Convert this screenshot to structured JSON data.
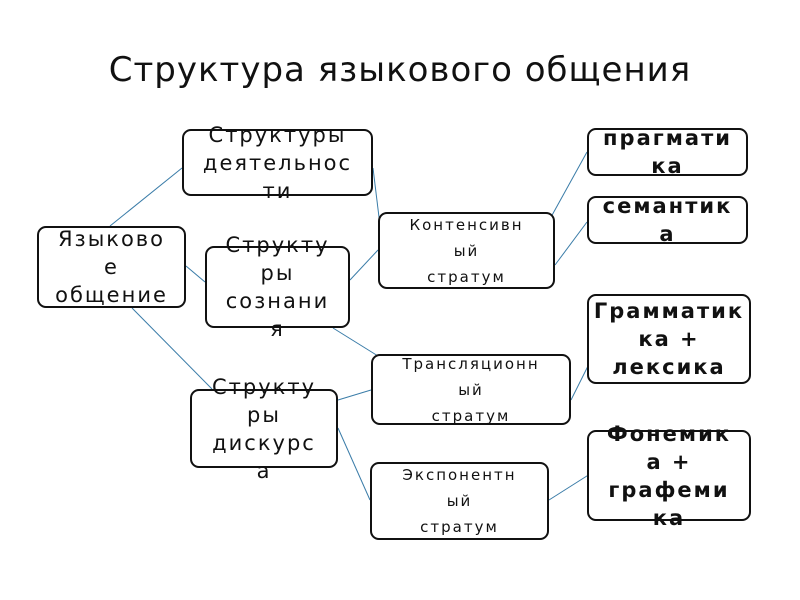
{
  "title": "Структура языкового общения",
  "nodes": {
    "lang": "Языково\nе\nобщение",
    "activity": "Структуры\nдеятельнос\nти",
    "consciousness": "Структу\nры\nсознани\nя",
    "discourse": "Структу\nры\nдискурс\nа",
    "contensive": "Контенсивн\nый\nстратум",
    "translational": "Трансляционн\nый\nстратум",
    "exponential": "Экспонентн\nый\nстратум",
    "pragmatics": "прагмати\nка",
    "semantics": "семантик\nа",
    "grammar": "Грамматик\nка +\nлексика",
    "phonemics": "Фонемик\nа +\nграфеми\nка"
  },
  "colors": {
    "line": "#3a7ca8",
    "border": "#111111"
  }
}
